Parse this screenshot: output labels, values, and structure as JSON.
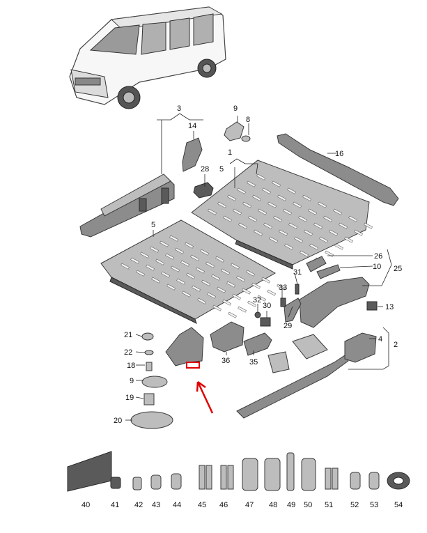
{
  "diagram": {
    "part_numbers": {
      "p1": "1",
      "p2": "2",
      "p3": "3",
      "p4": "4",
      "p5a": "5",
      "p5b": "5",
      "p8": "8",
      "p9a": "9",
      "p9b": "9",
      "p10": "10",
      "p13": "13",
      "p14": "14",
      "p16": "16",
      "p18": "18",
      "p19": "19",
      "p20": "20",
      "p21": "21",
      "p22": "22",
      "p25": "25",
      "p26": "26",
      "p28": "28",
      "p29": "29",
      "p30": "30",
      "p31": "31",
      "p32": "32",
      "p33": "33",
      "p35": "35",
      "p36": "36",
      "p40": "40",
      "p41": "41",
      "p42": "42",
      "p43": "43",
      "p44": "44",
      "p45": "45",
      "p46": "46",
      "p47": "47",
      "p48": "48",
      "p49": "49",
      "p50": "50",
      "p51": "51",
      "p52": "52",
      "p53": "53",
      "p54": "54"
    },
    "highlight": {
      "color": "#e00000"
    }
  }
}
